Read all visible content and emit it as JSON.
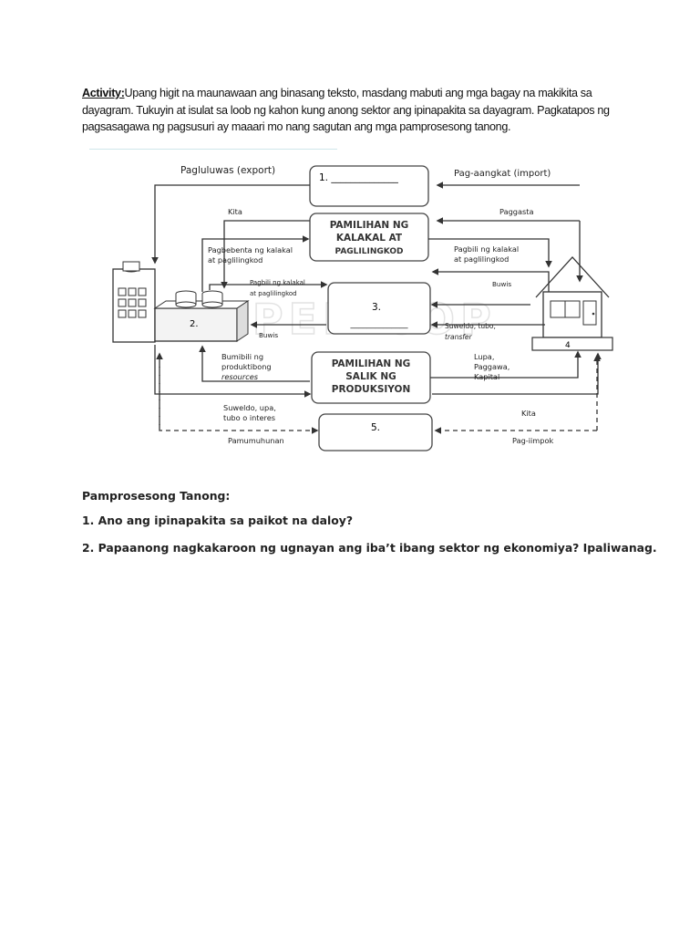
{
  "intro": {
    "lead": "Activity:",
    "body": "Upang higit na maunawaan ang binasang teksto, masdang mabuti ang mga bagay na makikita sa dayagram. Tukuyin at isulat sa loob ng kahon kung anong sektor ang ipinapakita sa dayagram. Pagkatapos ng pagsasagawa ng pagsusuri ay maaari mo nang sagutan ang mga pamprosesong tanong."
  },
  "diagram": {
    "box1": "1. ______________",
    "box_market_goods": [
      "PAMILIHAN NG",
      "KALAKAL AT",
      "PAGLILINGKOD"
    ],
    "box3": [
      "3.",
      "______________"
    ],
    "box_market_factors": [
      "PAMILIHAN NG",
      "SALIK NG",
      "PRODUKSIYON"
    ],
    "box5": "5.",
    "firm_label": "2.",
    "house_label": "4",
    "watermark": "DEPED COP",
    "labels": {
      "export": "Pagluluwas (export)",
      "import": "Pag-aangkat (import)",
      "kita_top": "Kita",
      "paggasta": "Paggasta",
      "pagbebenta": [
        "Pagbebenta ng kalakal",
        "at paglilingkod"
      ],
      "pagbili_right": [
        "Pagbili ng kalakal",
        "at paglilingkod"
      ],
      "pagbili_mid": [
        "Pagbili ng kalakal",
        "at paglilingkod"
      ],
      "buwis_right": "Buwis",
      "buwis_left": "Buwis",
      "suweldo_right": [
        "Suweldo, tubo,",
        "transfer"
      ],
      "bumibili": [
        "Bumibili ng",
        "produktibong",
        "resources"
      ],
      "lupa": [
        "Lupa,",
        "Paggawa,",
        "Kapital"
      ],
      "suweldo_left": [
        "Suweldo, upa,",
        "tubo o interes"
      ],
      "kita_bottom": "Kita",
      "pamumuhunan": "Pamumuhunan",
      "pagiimpok": "Pag-iimpok"
    }
  },
  "questions": {
    "heading": "Pamprosesong Tanong:",
    "q1": "1. Ano ang ipinapakita sa paikot na daloy?",
    "q2": "2. Papaanong nagkakaroon ng ugnayan ang iba’t ibang sektor ng ekonomiya? Ipaliwanag."
  }
}
